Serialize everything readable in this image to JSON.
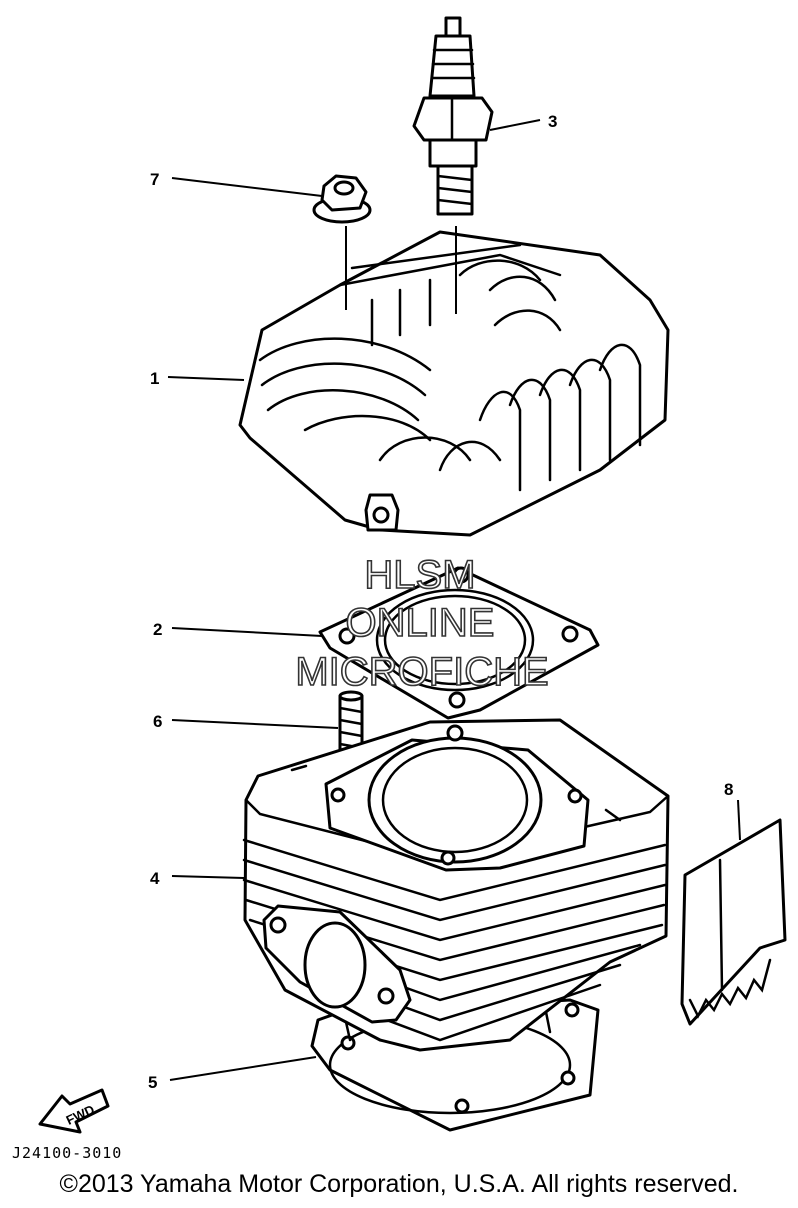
{
  "callouts": {
    "p1": "1",
    "p2": "2",
    "p3": "3",
    "p4": "4",
    "p5": "5",
    "p6": "6",
    "p7": "7",
    "p8": "8"
  },
  "watermark": {
    "line1": "HLSM",
    "line2": "ONLINE",
    "line3": "MICROFICHE"
  },
  "fwd_label": "FWD",
  "diagram_code": "J24100-3010",
  "copyright": "©2013 Yamaha Motor Corporation, U.S.A. All rights reserved.",
  "colors": {
    "ink": "#000000",
    "paper": "#ffffff"
  }
}
